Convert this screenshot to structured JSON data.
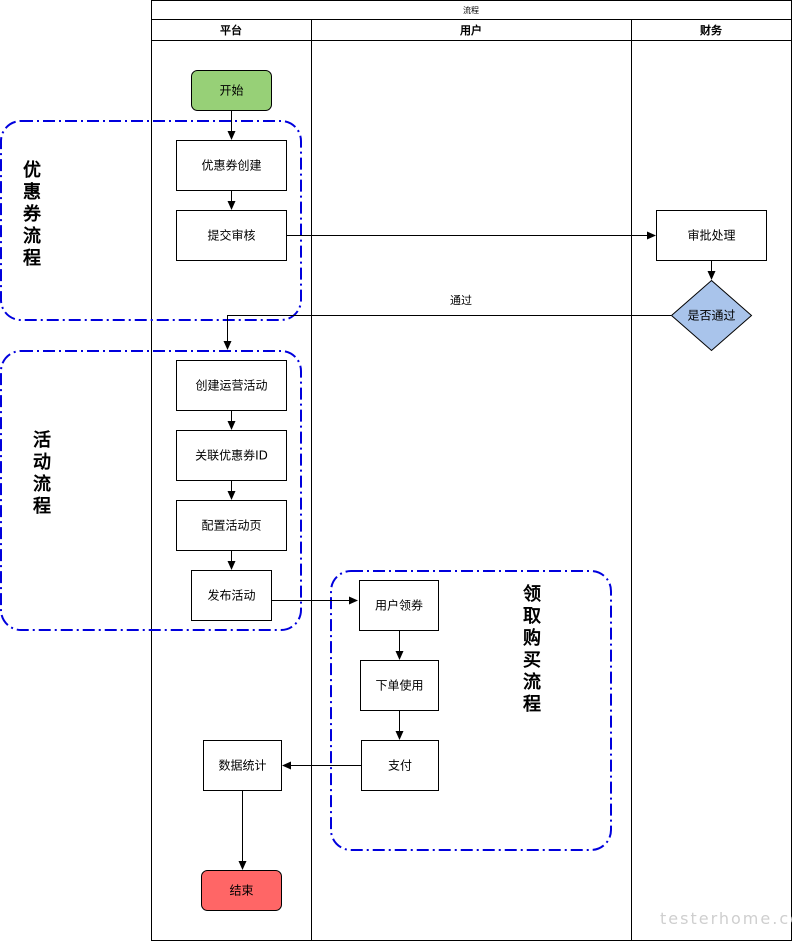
{
  "pool": {
    "title": "流程"
  },
  "lanes": [
    {
      "key": "platform",
      "title": "平台"
    },
    {
      "key": "user",
      "title": "用户"
    },
    {
      "key": "finance",
      "title": "财务"
    }
  ],
  "nodes": {
    "start": "开始",
    "coupon_create": "优惠券创建",
    "submit_review": "提交审核",
    "approve": "审批处理",
    "is_passed": "是否通过",
    "create_activity": "创建运营活动",
    "link_coupon": "关联优惠券ID",
    "config_page": "配置活动页",
    "publish": "发布活动",
    "claim": "用户领券",
    "order_use": "下单使用",
    "pay": "支付",
    "stats": "数据统计",
    "end": "结束"
  },
  "edges": {
    "passed_label": "通过"
  },
  "groups": {
    "coupon_flow": [
      "优",
      "惠",
      "券",
      "流",
      "程"
    ],
    "activity_flow": [
      "活",
      "动",
      "流",
      "程"
    ],
    "purchase_flow": [
      "领",
      "取",
      "购",
      "买",
      "流",
      "程"
    ]
  },
  "watermark": "testerhome.com",
  "colors": {
    "start_fill": "#97d077",
    "end_fill": "#ff6666",
    "decision_fill": "#a9c4eb",
    "group_border": "#0000dd"
  }
}
